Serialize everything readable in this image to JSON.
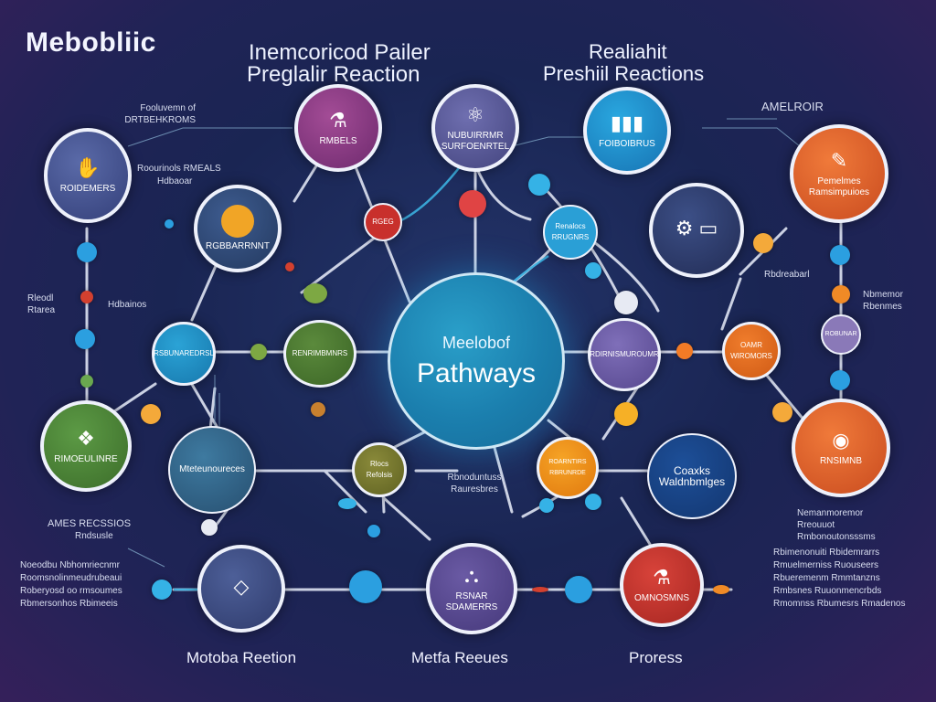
{
  "header": {
    "brand": "Mebobliic",
    "title_left_1": "Inemcoricod Pailer",
    "title_left_2": "Preglalir Reaction",
    "title_right_1": "Realiahit",
    "title_right_2": "Preshiil Reactions",
    "corner_label": "AMELROIR"
  },
  "center": {
    "sub": "Meelobof",
    "main": "Pathways"
  },
  "nodes": {
    "top_purple": "RMBELS",
    "top_violet": "NUBUIRRMR SURFOENRTEL",
    "top_blue": "FOIBOIBRUS",
    "top_orange": "Pemelmes Ramsimpuioes",
    "left_top": "ROIDEMERS",
    "left_orange": "RGBBARRNNT",
    "red_small": "RGEG",
    "blue_small": "Renalocs RRUGNRS",
    "mid_left_blue": "RSBUNAREDRSL",
    "mid_left_green": "RENRIMBMNRS",
    "mid_right_purple": "RDIRNISMUROUMR",
    "mid_right_orange": "OAMR WIROMORS",
    "right_lilac": "ROBUNAR",
    "green_left": "RIMOEULINRE",
    "teal_mid": "Mteteunoureces",
    "olive": "Rlocs Refolsis",
    "orange_mid": "ROARNTIRS RBRUNRDE",
    "navy": "Coaxks Waldnbmlges",
    "orange_right": "RNSIMNB",
    "bottom_left": "",
    "bottom_mid": "RSNAR SDAMERRS",
    "bottom_right": "OMNOSMNS"
  },
  "notes": {
    "top_left": "Fooluvemn of DRTBEHKROMS",
    "left_1": "Roourinols RMEALS",
    "left_2": "Hdbaoar",
    "left_3": "Rleodl Rtarea",
    "left_4": "Hdbainos",
    "left_5": "AMES RECSSIOS",
    "left_6": "Rndsusle",
    "bottom_left_lines": [
      "Noeodbu Nbhomriecnmr",
      "Roomsnolinmeudrubeaui",
      "Roberyosd oo rmsoumes",
      "Rbmersonhos Rbimeeis"
    ],
    "center_bottom": "Rbnoduntuss Rauresbres",
    "right_1": "Nbmemor Rbenmes",
    "right_2": "Rbdreabarl",
    "right_3": "Nemanmoremor Rreouuot Rmbonoutonsssms",
    "bottom_right_lines": [
      "Rbimenonuiti Rbidemrarrs",
      "Rmuelmerniss Ruouseers",
      "Rbueremenm Rmmtanzns",
      "Rmbsnes Ruuonmencrbds",
      "Rmomnss Rbumesrs Rmadenos"
    ]
  },
  "captions": {
    "left": "Motoba Reetion",
    "mid": "Metfa Reeues",
    "right": "Proress"
  }
}
